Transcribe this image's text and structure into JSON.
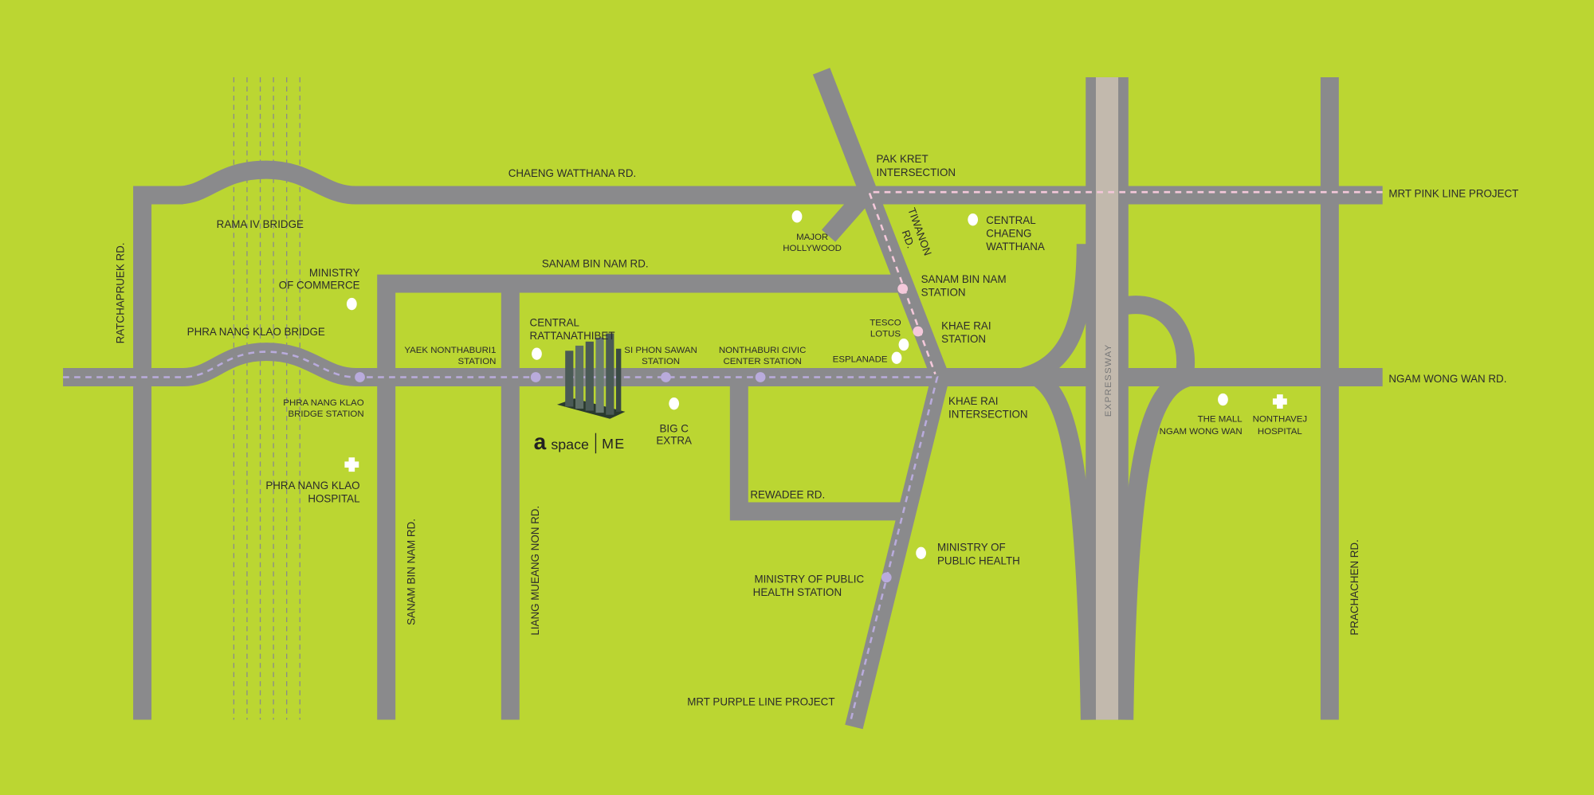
{
  "roads": {
    "chaeng_watthana": "CHAENG WATTHANA RD.",
    "sanam_bin_nam": "SANAM BIN NAM RD.",
    "sanam_bin_nam_v": "SANAM BIN NAM RD.",
    "ratchapruek": "RATCHAPRUEK RD.",
    "liang_mueang_non": "LIANG MUEANG NON RD.",
    "ngam_wong_wan": "NGAM WONG WAN RD.",
    "rewadee": "REWADEE RD.",
    "tiwanon_1": "TIWANON",
    "tiwanon_2": "RD.",
    "prachachen": "PRACHACHEN RD.",
    "expressway": "EXPRESSWAY"
  },
  "lines": {
    "pink": "MRT PINK LINE PROJECT",
    "purple": "MRT PURPLE LINE PROJECT",
    "pink_color": "#f4c8da",
    "purple_color": "#b9abdc"
  },
  "places": {
    "rama_iv": "RAMA IV BRIDGE",
    "phra_nang_klao_bridge": "PHRA NANG KLAO BRIDGE",
    "ministry_commerce": [
      "MINISTRY",
      "OF COMMERCE"
    ],
    "pak_kret": [
      "PAK KRET",
      "INTERSECTION"
    ],
    "major": [
      "MAJOR",
      "HOLLYWOOD"
    ],
    "central_cw": [
      "CENTRAL",
      "CHAENG",
      "WATTHANA"
    ],
    "sanam_station": [
      "SANAM BIN NAM",
      "STATION"
    ],
    "tesco": [
      "TESCO",
      "LOTUS"
    ],
    "khae_rai_station": [
      "KHAE RAI",
      "STATION"
    ],
    "esplanade": "ESPLANADE",
    "khae_rai_int": [
      "KHAE RAI",
      "INTERSECTION"
    ],
    "central_r": [
      "CENTRAL",
      "RATTANATHIBET"
    ],
    "yaek": [
      "YAEK NONTHABURI1",
      "STATION"
    ],
    "si_phon": [
      "SI PHON SAWAN",
      "STATION"
    ],
    "civic": [
      "NONTHABURI CIVIC",
      "CENTER STATION"
    ],
    "pnk_station": [
      "PHRA NANG KLAO",
      "BRIDGE STATION"
    ],
    "big_c": [
      "BIG C",
      "EXTRA"
    ],
    "pnk_hospital": [
      "PHRA NANG KLAO",
      "HOSPITAL"
    ],
    "moph": [
      "MINISTRY OF",
      "PUBLIC HEALTH"
    ],
    "moph_station": [
      "MINISTRY OF PUBLIC",
      "HEALTH STATION"
    ],
    "the_mall": [
      "THE MALL",
      "NGAM WONG WAN"
    ],
    "nonthavej": [
      "NONTHAVEJ",
      "HOSPITAL"
    ]
  },
  "logo": {
    "a": "a",
    "space": "space",
    "me": "ME"
  },
  "colors": {
    "background": "#bbd632",
    "road": "#8a8a8c",
    "expressway": "#c2b9ad"
  }
}
